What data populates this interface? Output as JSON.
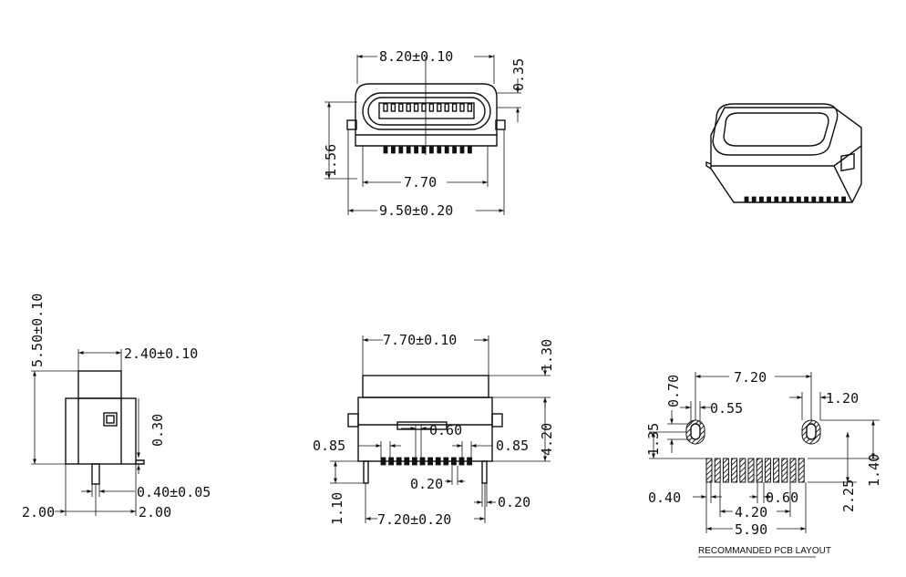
{
  "front_view": {
    "dim_top_width": "8.20±0.10",
    "dim_top_offset": "0.35",
    "dim_left_height": "1.56",
    "dim_inner_width": "7.70",
    "dim_overall_width": "9.50±0.20"
  },
  "side_view": {
    "dim_height": "5.50±0.10",
    "dim_top_width": "2.40±0.10",
    "dim_window": "0.30",
    "dim_pin": "0.40±0.05",
    "dim_left_offset": "2.00",
    "dim_right_offset": "2.00"
  },
  "top_view": {
    "dim_top_width": "7.70±0.10",
    "dim_top_step": "1.30",
    "dim_body_height": "4.20",
    "dim_pitch": "0.60",
    "dim_left_gap": "0.85",
    "dim_right_gap": "0.85",
    "dim_pin_width": "0.20",
    "dim_pin_thickness": "0.20",
    "dim_pin_length": "1.10",
    "dim_leg_spacing": "7.20±0.20"
  },
  "pcb_layout": {
    "dim_hole_span": "7.20",
    "dim_hole_right": "1.20",
    "dim_hole_height": "0.70",
    "dim_hole_width": "0.55",
    "dim_hole_to_pad": "1.35",
    "dim_right_offset": "1.40",
    "dim_pad_depth": "2.25",
    "dim_pad_width": "0.40",
    "dim_pad_pitch": "0.60",
    "dim_pad_span": "4.20",
    "dim_outer_span": "5.90",
    "caption": "RECOMMANDED PCB LAYOUT"
  }
}
